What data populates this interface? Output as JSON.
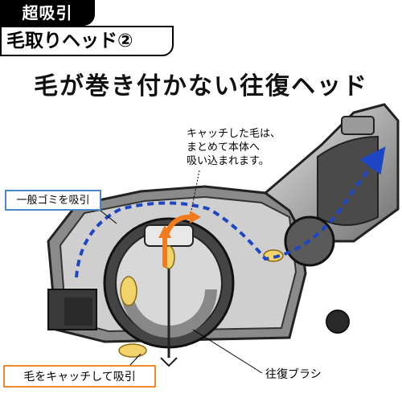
{
  "badge": {
    "line1": "超吸引",
    "line2": "毛取りヘッド②"
  },
  "headline": "毛が巻き付かない往復ヘッド",
  "callouts": {
    "hair_caught": {
      "line1": "キャッチした毛は、",
      "line2": "まとめて本体へ",
      "line3": "吸い込まれます。"
    },
    "general_dust": "一般ゴミを吸引",
    "catch_hair": "毛をキャッチして吸引",
    "reciprocating_brush": "往復ブラシ"
  },
  "colors": {
    "airflow_arrow": "#1c46c4",
    "hair_arrow": "#f07a1e",
    "hair_clump": "#f2d36b",
    "body_dark": "#3a3a3a",
    "body_light": "#bfbfbf"
  }
}
